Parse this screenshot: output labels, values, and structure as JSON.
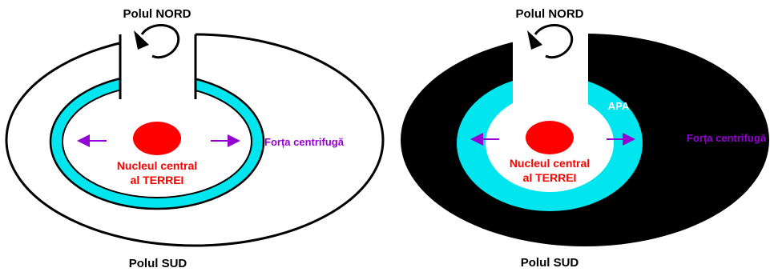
{
  "panels": [
    {
      "north_label": "Polul NORD",
      "south_label": "Polul SUD",
      "core_line1": "Nucleul central",
      "core_line2": "al TERREI",
      "force_label": "Forța centrifugă",
      "water_label": ""
    },
    {
      "north_label": "Polul NORD",
      "south_label": "Polul SUD",
      "core_line1": "Nucleul central",
      "core_line2": "al TERREI",
      "force_label": "Forța centrifugă",
      "water_label": "APA"
    }
  ],
  "colors": {
    "core": "#ff0000",
    "water_ring": "#00e5ee",
    "force": "#9400d3",
    "outer_left": "#ffffff",
    "outer_right": "#000000",
    "outline": "#000000"
  }
}
